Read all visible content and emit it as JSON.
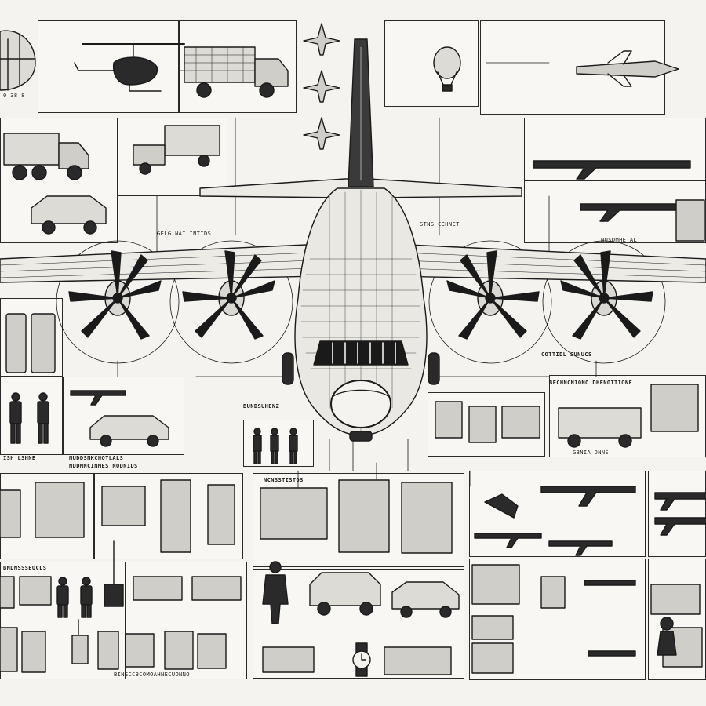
{
  "illustration": {
    "subject": "military transport aircraft with surrounding equipment panels",
    "ink": "#1a1a1a",
    "paper": "#f4f3ef",
    "icons": [
      "helicopter-icon",
      "cargo-truck-icon",
      "jeep-icon",
      "fighter-jet-icon",
      "balloon-icon",
      "rifle-icon",
      "soldier-icon",
      "crate-icon",
      "backpack-icon",
      "radio-icon",
      "armored-vehicle-icon",
      "wristwatch-icon"
    ]
  },
  "labels": {
    "top_left": "0 38 8",
    "wing_right": "STNS CEHNET",
    "fuselage_caption": "GELG NAI INTIDS",
    "engine_caption": "COTTIDL SUNUCS",
    "mid_caption": "NOSDMHETAL",
    "left_caption_1": "ISH LSHNE",
    "left_caption_2": "NUDDSNKCHOTLALS",
    "left_caption_3": "NDDMNCINMES NODNIDS",
    "center_caption": "BUNDSUHENZ",
    "right_caption_1": "BECHNCNIONO DHENOTTIONE",
    "right_caption_2": "GBNIA DNNS",
    "bottom_caption_1": "NCNSSTISTOS",
    "bottom_caption_2": "BNDNSSSEOCLS",
    "bottom_caption_3": "BINECCBCOMOAHNECUONNO"
  }
}
